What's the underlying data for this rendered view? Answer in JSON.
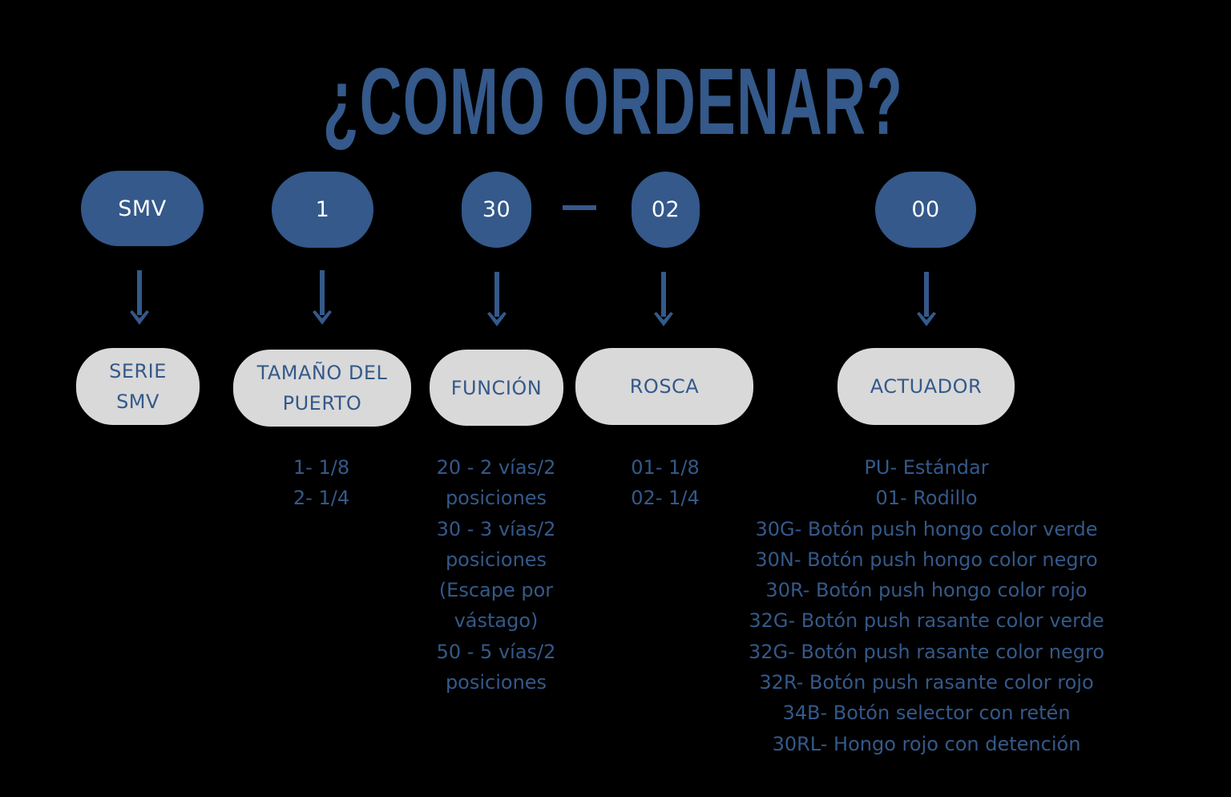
{
  "title": "¿COMO ORDENAR?",
  "colors": {
    "background": "#000000",
    "primary": "#34598a",
    "label_bg": "#d9d9d9",
    "pill_text": "#ffffff"
  },
  "code_segments": [
    {
      "id": "serie",
      "code": "SMV",
      "label": "SERIE SMV",
      "label_lines": [
        "SERIE",
        "SMV"
      ],
      "options": []
    },
    {
      "id": "puerto",
      "code": "1",
      "label": "TAMAÑO DEL PUERTO",
      "label_lines": [
        "TAMAÑO DEL",
        "PUERTO"
      ],
      "options": [
        "1- 1/8",
        "2- 1/4"
      ]
    },
    {
      "id": "funcion",
      "code": "30",
      "label": "FUNCIÓN",
      "label_lines": [
        "FUNCIÓN"
      ],
      "options": [
        "20 - 2 vías/2",
        "posiciones",
        "30 - 3 vías/2",
        "posiciones",
        "(Escape por",
        "vástago)",
        "50 - 5 vías/2",
        "posiciones"
      ]
    },
    {
      "id": "rosca",
      "code": "02",
      "label": "ROSCA",
      "label_lines": [
        "ROSCA"
      ],
      "options": [
        "01- 1/8",
        "02- 1/4"
      ]
    },
    {
      "id": "actuador",
      "code": "00",
      "label": "ACTUADOR",
      "label_lines": [
        "ACTUADOR"
      ],
      "options": [
        "PU- Estándar",
        "01- Rodillo",
        "30G- Botón push hongo color verde",
        "30N- Botón push hongo color negro",
        "30R- Botón push hongo color rojo",
        "32G- Botón push rasante color verde",
        "32G- Botón push rasante color negro",
        "32R- Botón push rasante color rojo",
        "34B- Botón selector con retén",
        "30RL- Hongo rojo con detención"
      ]
    }
  ],
  "separator": "—"
}
